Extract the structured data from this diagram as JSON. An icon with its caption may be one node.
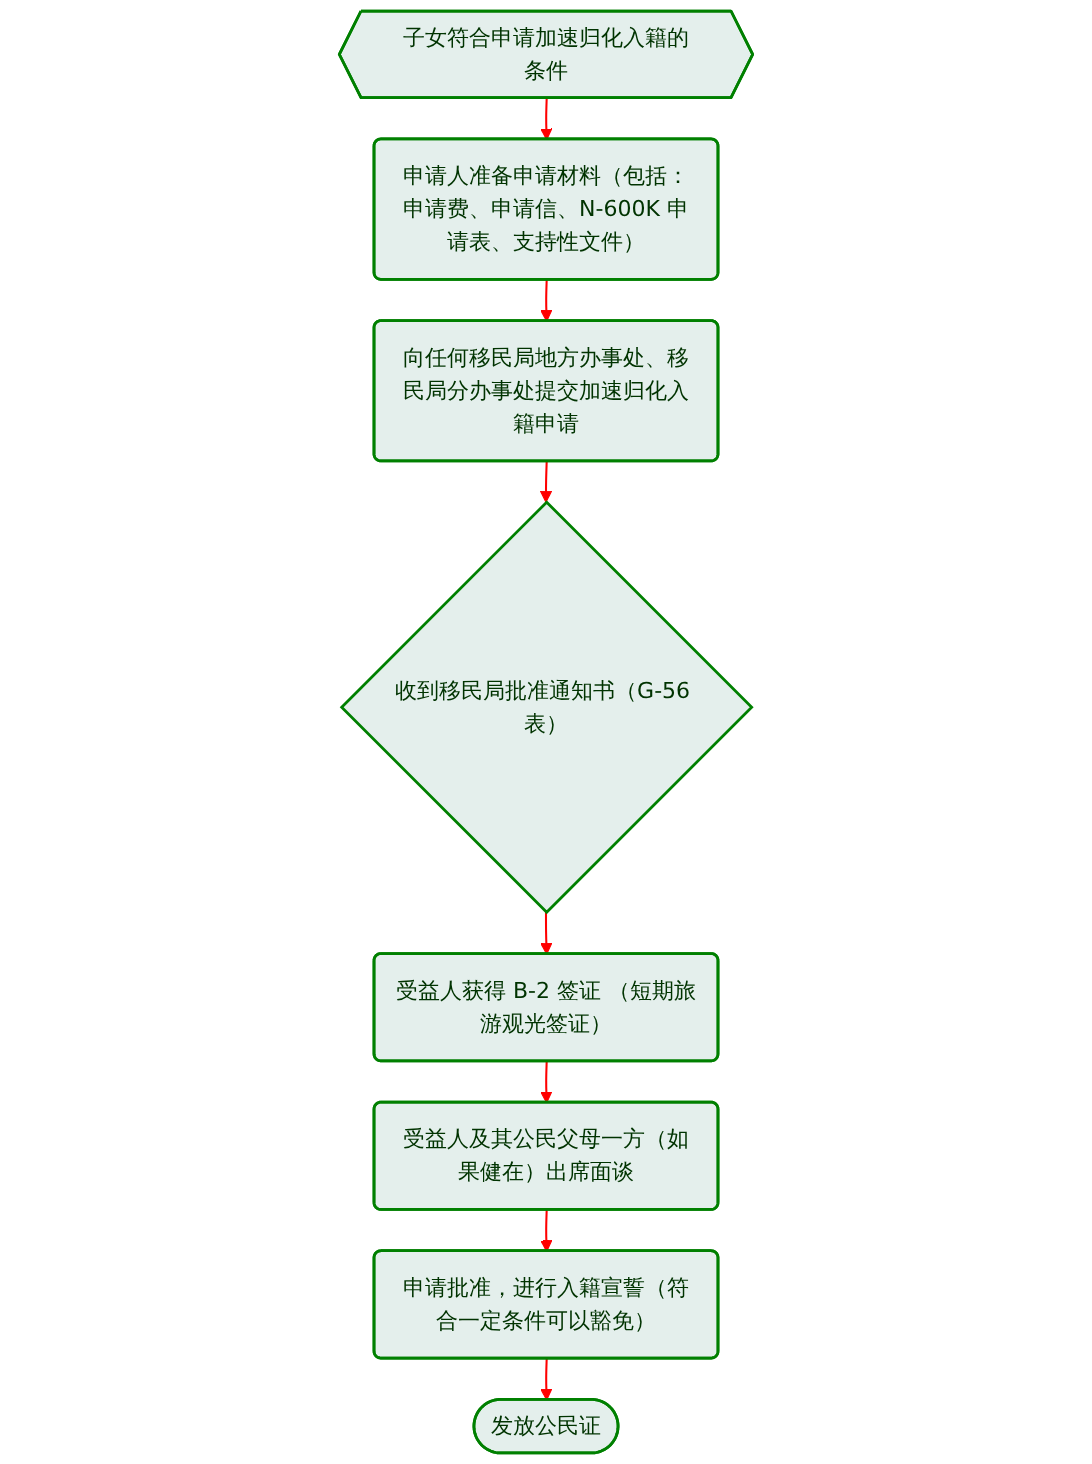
{
  "diagram": {
    "nodes": [
      {
        "text": [
          "子女符合申请加速归化入籍的条件"
        ]
      },
      {
        "text": [
          "申请人准备申请材料（包括：申请费、申请信、N-600K 申请表、支持性文件）"
        ]
      },
      {
        "text": [
          "向任何移民局地方办事处、移民局分办事处提交加速归化入籍申请"
        ]
      },
      {
        "text": [
          "收到移民局批准通知书（G-56 表）"
        ]
      },
      {
        "text": [
          "受益人获得 B-2 签证 （短期旅游观光签证）"
        ]
      },
      {
        "text": [
          "受益人及其公民父母一方（如果健在）出席面谈"
        ]
      },
      {
        "text": [
          "申请批准，进行入籍宣誓（符合一定条件可以豁免）"
        ]
      },
      {
        "text": [
          "发放公民证"
        ]
      }
    ],
    "edges": [
      {
        "from": 0,
        "to": 1,
        "arrow": "to"
      },
      {
        "from": 1,
        "to": 2,
        "arrow": "to"
      },
      {
        "from": 2,
        "to": 3,
        "arrow": "to"
      },
      {
        "from": 3,
        "to": 4,
        "arrow": "to"
      },
      {
        "from": 4,
        "to": 5,
        "arrow": "to"
      },
      {
        "from": 5,
        "to": 6,
        "arrow": "to"
      },
      {
        "from": 6,
        "to": 7,
        "arrow": "to"
      }
    ]
  }
}
